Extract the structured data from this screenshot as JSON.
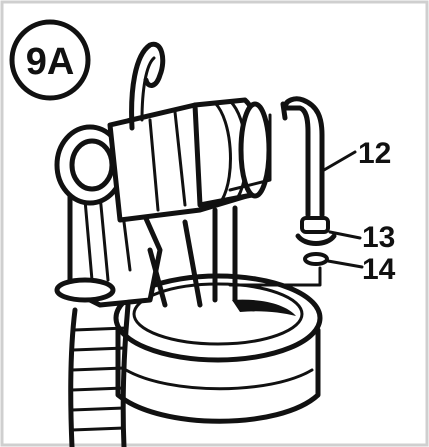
{
  "figure": {
    "step_badge": "9A",
    "callouts": [
      {
        "number": "12",
        "part": "tube"
      },
      {
        "number": "13",
        "part": "connector"
      },
      {
        "number": "14",
        "part": "washer"
      }
    ],
    "colors": {
      "line": "#111111",
      "background": "#ffffff",
      "frame": "#cccccc"
    }
  }
}
